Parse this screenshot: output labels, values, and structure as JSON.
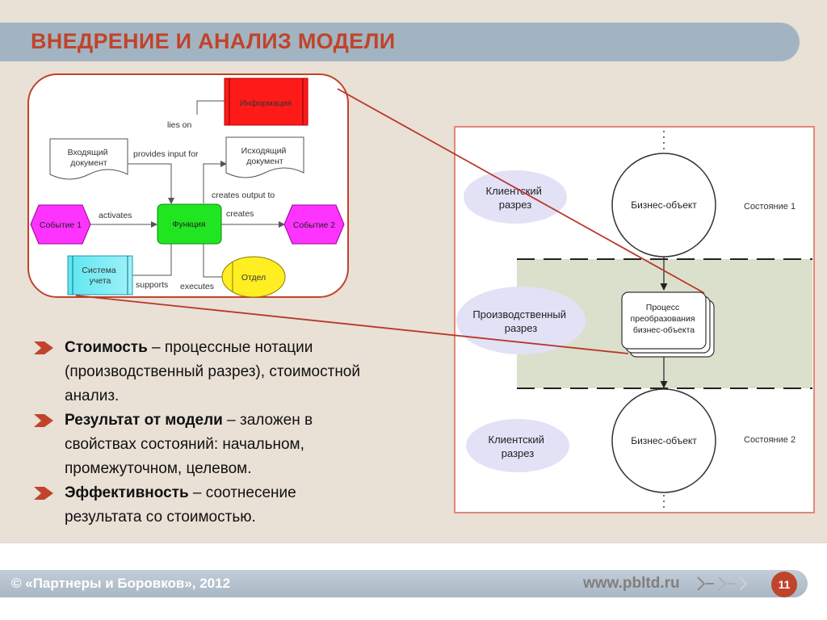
{
  "title": "ВНЕДРЕНИЕ И АНАЛИЗ МОДЕЛИ",
  "colors": {
    "accent": "#c0442b",
    "title_bar": "#a2b4c2",
    "background": "#e9e0d6"
  },
  "epc_diagram": {
    "info_label": "Информация",
    "input_doc_label": [
      "Входящий",
      "документ"
    ],
    "output_doc_label": [
      "Исходящий",
      "документ"
    ],
    "event1_label": "Событие 1",
    "event2_label": "Событие 2",
    "function_label": "Функция",
    "system_label": [
      "Система",
      "учета"
    ],
    "dept_label": "Отдел",
    "edge_lies_on": "lies on",
    "edge_provides_input": "provides input for",
    "edge_creates_output": "creates output to",
    "edge_activates": "activates",
    "edge_creates": "creates",
    "edge_supports": "supports",
    "edge_executes": "executes"
  },
  "state_diagram": {
    "client_cut_top": [
      "Клиентский",
      "разрез"
    ],
    "production_cut": [
      "Производственный",
      "разрез"
    ],
    "client_cut_bottom": [
      "Клиентский",
      "разрез"
    ],
    "business_object_top": "Бизнес-объект",
    "business_object_bottom": "Бизнес-объект",
    "process_label": [
      "Процесс",
      "преобразования",
      "бизнес-объекта"
    ],
    "state1": "Состояние 1",
    "state2": "Состояние 2"
  },
  "bullets": [
    {
      "term": "Стоимость",
      "text": " – процессные нотации (производственный разрез), стоимостной анализ."
    },
    {
      "term": "Результат от модели",
      "text": " – заложен в свойствах состояний: начальном, промежуточном, целевом."
    },
    {
      "term": "Эффективность",
      "text": " – соотнесение результата со стоимостью."
    }
  ],
  "footer": {
    "copyright": "© «Партнеры и Боровков», 2012",
    "website": "www.pbltd.ru",
    "page_number": "11"
  }
}
